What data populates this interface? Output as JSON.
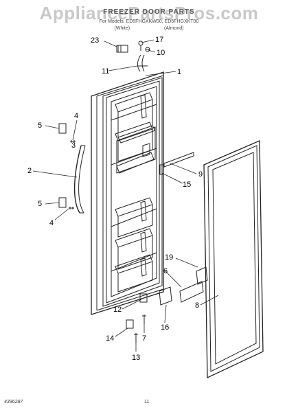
{
  "watermark": "AppliancePartsPros.com",
  "header": {
    "title": "FREEZER DOOR PARTS",
    "for_models": "For Models: ED5FHGXKW00, ED5FHGXKT00",
    "color_1": "(White)",
    "color_2": "(Almond)"
  },
  "callouts": [
    "23",
    "17",
    "10",
    "11",
    "1",
    "4",
    "5",
    "3",
    "2",
    "9",
    "15",
    "5",
    "4",
    "19",
    "6",
    "8",
    "12",
    "7",
    "16",
    "14",
    "13"
  ],
  "footer": {
    "code": "4396287",
    "page": "11"
  }
}
